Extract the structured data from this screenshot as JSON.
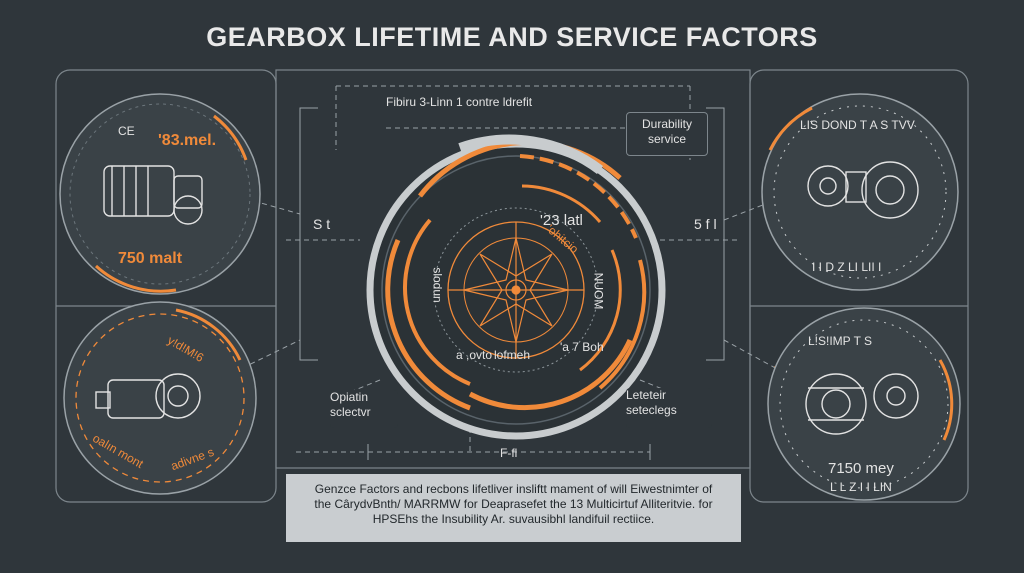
{
  "title": "GEARBOX LIFETIME AND SERVICE FACTORS",
  "center": {
    "header": "Fibiru 3-Linn 1 contre ldrefit",
    "durability_box": [
      "Durability",
      "service"
    ],
    "value": "'23 latl",
    "ring_left": "slodun",
    "ring_right": "NUOM",
    "ring_bottom_left": "a ,ovto",
    "ring_bottom": "lofmeh",
    "ring_bottom_right": "'a 7 Boh",
    "ring_top": "'ohitcio"
  },
  "left_marker": "S t",
  "right_marker": "5 f l",
  "bottom_marker": "F-fl",
  "bottom_left_box": [
    "Opiatin",
    "sclectvr"
  ],
  "bottom_right_box": [
    "Leteteir",
    "seteclegs"
  ],
  "panels": {
    "top_left": {
      "value_top": "'83.mel.",
      "value_bottom": "750 malt",
      "ring_text": "CE",
      "icon": "gearbox-icon"
    },
    "bottom_left": {
      "ring_text_top": "y!d!M!6",
      "ring_text_bottom_left": "oalın mont",
      "ring_text_bottom_right": "adivne s",
      "icon": "gearbox-icon"
    },
    "top_right": {
      "ring_text": "LIS DOND  T A S  TVV",
      "ring_text_bottom": "I I D Z  LI LII I",
      "icon": "gearbox-icon"
    },
    "bottom_right": {
      "ring_text_top": "L!S!IMP  T S",
      "value": "7150 mey",
      "ring_text_bottom": "L L Z I I LIN",
      "icon": "gearbox-icon"
    }
  },
  "note": [
    "Genzce Factors and recbons lifetliver insliftt mament of will Eiwestnimter of",
    "the CârydvBnth/ MARRMW for Deaprasefet the 13 Multicirtuf Alliteritvie. for",
    "HPSEhs the Insubility Ar. suvausibhl landifuil rectiice."
  ],
  "colors": {
    "accent": "#f08a3a",
    "background": "#2f363b",
    "line": "#7d868c",
    "ring": "#c8ccce"
  }
}
